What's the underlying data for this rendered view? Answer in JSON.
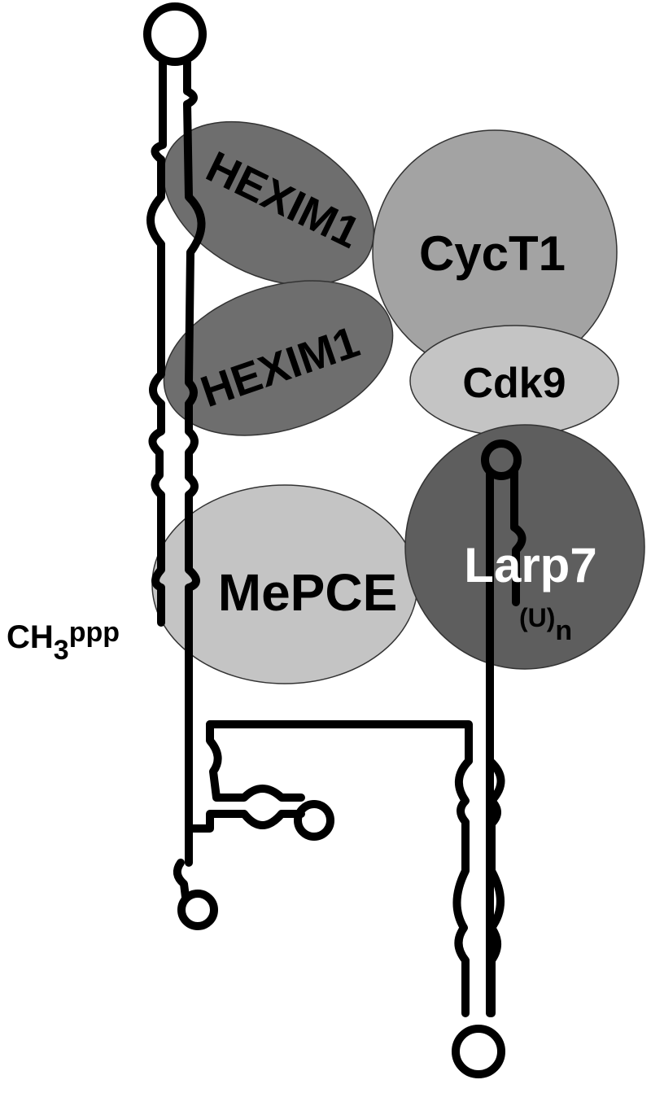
{
  "proteins": [
    {
      "id": "hexim1-top",
      "label": "HEXIM1",
      "color": "#6e6e6e",
      "text_color": "#000000"
    },
    {
      "id": "hexim1-bottom",
      "label": "HEXIM1",
      "color": "#6e6e6e",
      "text_color": "#000000"
    },
    {
      "id": "cyct1",
      "label": "CycT1",
      "color": "#a3a3a3",
      "text_color": "#000000"
    },
    {
      "id": "cdk9",
      "label": "Cdk9",
      "color": "#c4c4c4",
      "text_color": "#000000"
    },
    {
      "id": "mepce",
      "label": "MePCE",
      "color": "#c4c4c4",
      "text_color": "#000000"
    },
    {
      "id": "larp7",
      "label": "Larp7",
      "color": "#5e5e5e",
      "text_color": "#ffffff"
    }
  ],
  "rna_labels": {
    "cap_base": "CH",
    "cap_sub": "3",
    "cap_tail": "ppp",
    "polyu_base": "(U)",
    "polyu_sub": "n"
  },
  "colors": {
    "rna": "#000000",
    "background": "#ffffff"
  }
}
